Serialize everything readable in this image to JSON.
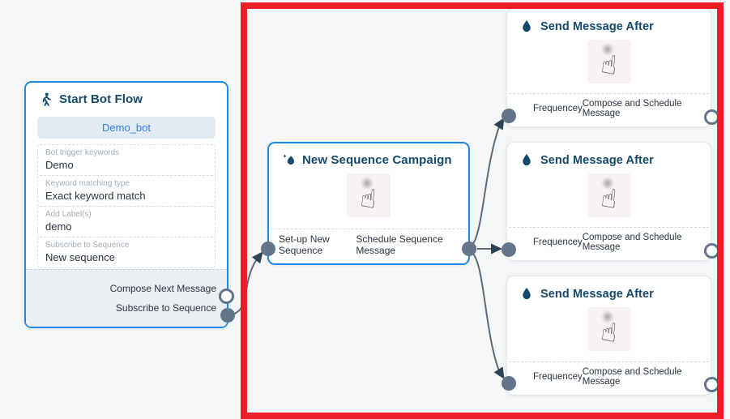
{
  "colors": {
    "canvas_bg": "#f5f6f8",
    "accent_border": "#1e88e5",
    "title": "#15496b",
    "edge": "#5c6b7b",
    "arrow": "#2e4356",
    "port": "#64748b",
    "highlight": "#ec1e28",
    "button_bg": "#e2eaf4",
    "button_text": "#2f7fe0"
  },
  "icons": {
    "hand_glyph": "☝",
    "start_icon": "walking-person-icon",
    "sequence_icon": "ink-drop-icon",
    "message_icon": "water-drop-icon"
  },
  "start_node": {
    "title": "Start Bot Flow",
    "bot_button": "Demo_bot",
    "fields": [
      {
        "label": "Bot trigger keywords",
        "value": "Demo"
      },
      {
        "label": "Keyword matching type",
        "value": "Exact keyword match"
      },
      {
        "label": "Add Label(s)",
        "value": "demo"
      },
      {
        "label": "Subscribe to Sequence",
        "value": "New sequence"
      }
    ],
    "outputs": [
      {
        "label": "Compose Next Message",
        "port_style": "hollow"
      },
      {
        "label": "Subscribe to Sequence",
        "port_style": "filled"
      }
    ]
  },
  "sequence_node": {
    "title": "New Sequence Campaign",
    "input_label": "Set-up New Sequence",
    "output_label": "Schedule Sequence Message"
  },
  "message_nodes": [
    {
      "title": "Send Message After",
      "input_label": "Frequencey",
      "output_label": "Compose and Schedule Message"
    },
    {
      "title": "Send Message After",
      "input_label": "Frequencey",
      "output_label": "Compose and Schedule Message"
    },
    {
      "title": "Send Message After",
      "input_label": "Frequencey",
      "output_label": "Compose and Schedule Message"
    }
  ]
}
